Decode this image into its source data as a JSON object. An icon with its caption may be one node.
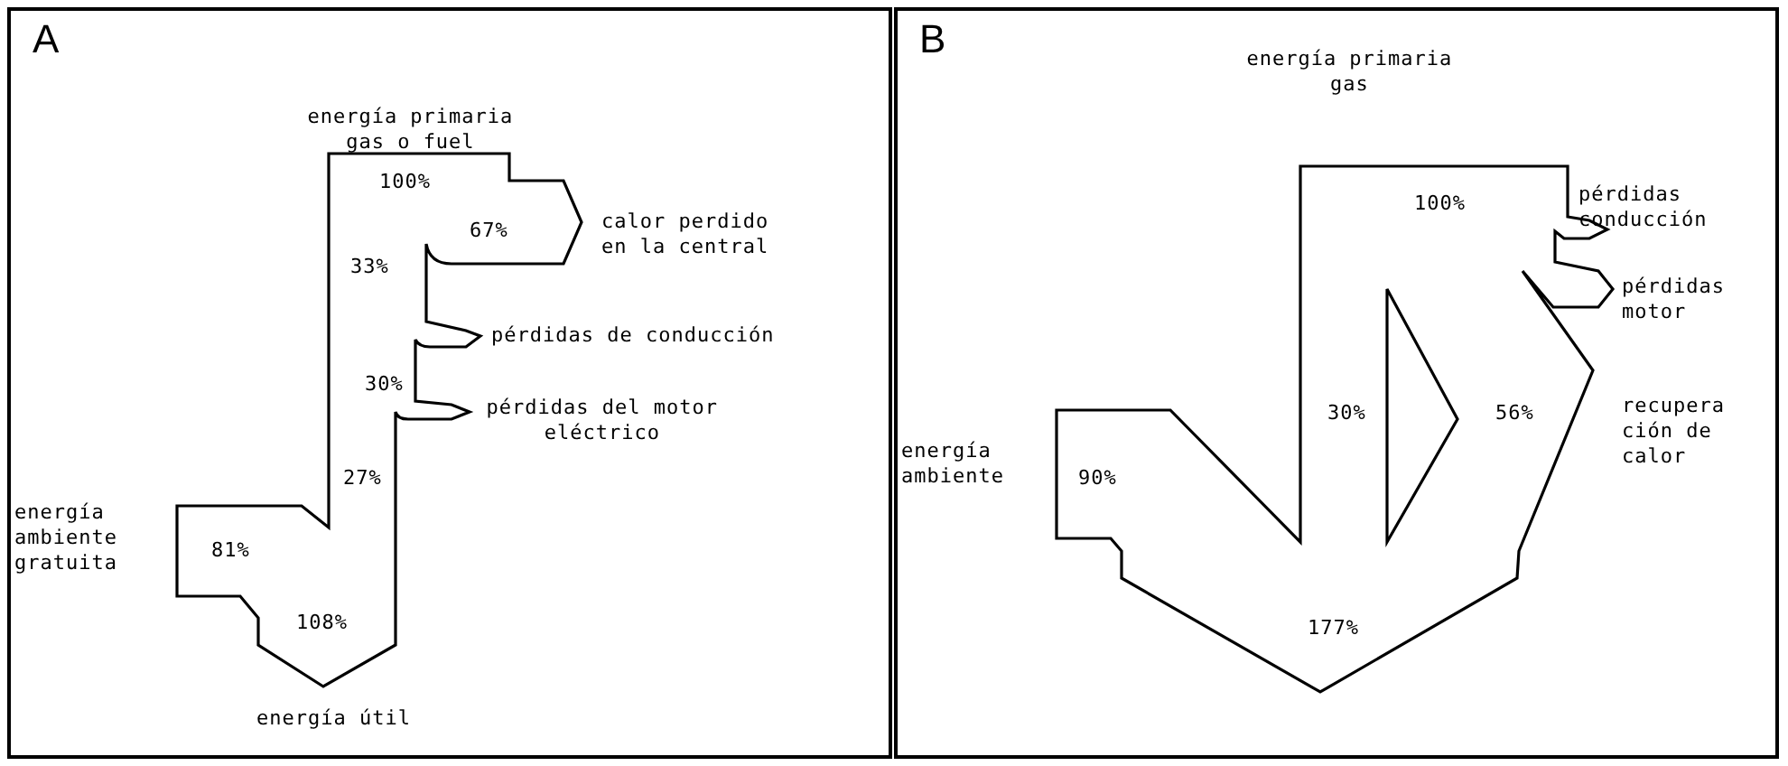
{
  "diagram": {
    "nodes": [
      {
        "text": [
          "A"
        ]
      },
      {
        "text": [
          "B"
        ]
      }
    ],
    "labels": [
      "energía primaria gas o fuel",
      "100%",
      "67%",
      "calor perdido en la central",
      "33%",
      "pérdidas de conducción",
      "30%",
      "pérdidas del motor eléctrico",
      "27%",
      "energía ambiente gratuita",
      "81%",
      "108%",
      "energía útil",
      "energía primaria gas",
      "100%",
      "pérdidas conducción",
      "pérdidas motor",
      "30%",
      "56%",
      "recupera ción de calor",
      "energía ambiente",
      "90%",
      "177%"
    ]
  }
}
